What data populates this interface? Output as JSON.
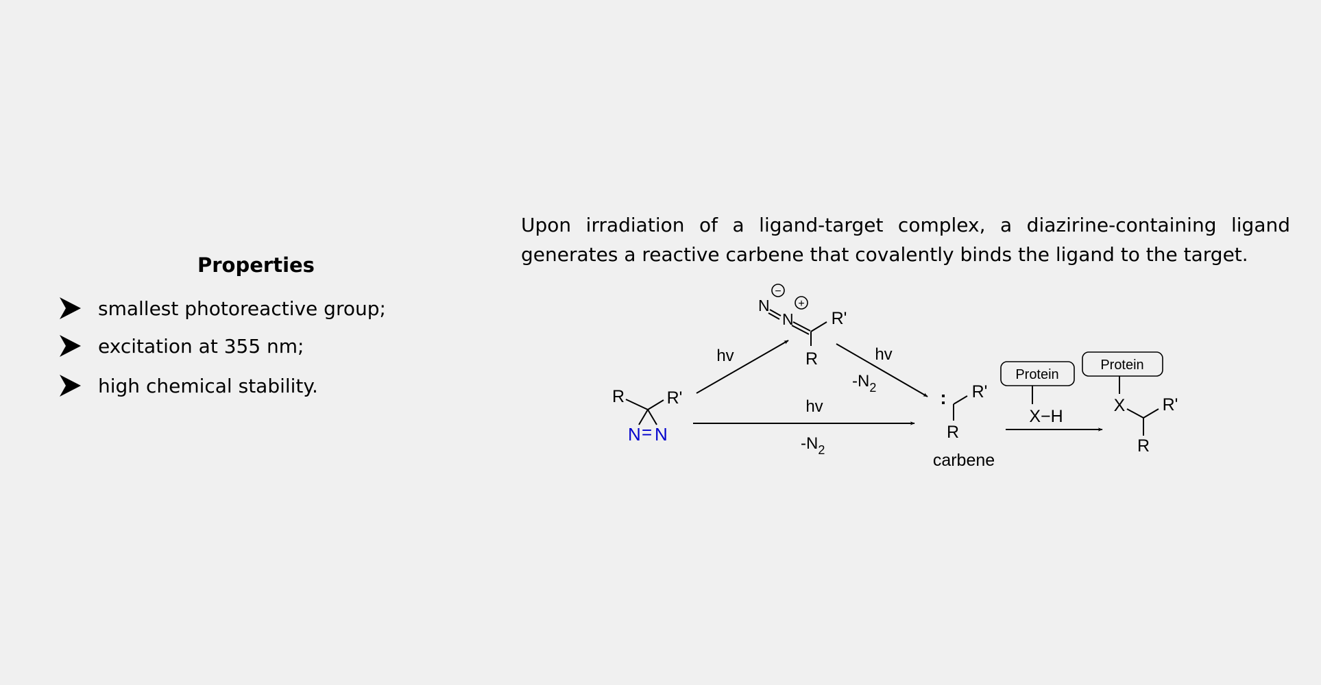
{
  "properties": {
    "title": "Properties",
    "items": [
      "smallest photoreactive group;",
      "excitation at 355 nm;",
      "high chemical stability."
    ]
  },
  "description": "Upon irradiation of a ligand-target complex, a diazirine-containing ligand generates a reactive carbene that covalently binds the ligand to the target.",
  "scheme": {
    "diazirine": {
      "r": "R",
      "r_prime": "R'",
      "n_left": "N",
      "double_bond": "=",
      "n_right": "N",
      "color": "#0000cc"
    },
    "diazo": {
      "n_terminal": "N",
      "n_central": "N",
      "r": "R",
      "r_prime": "R'",
      "minus": "−",
      "plus": "+"
    },
    "arrow_up": {
      "label": "hv"
    },
    "arrow_down": {
      "label_top": "hv",
      "label_bottom_main": "-N",
      "label_bottom_sub": "2"
    },
    "arrow_direct": {
      "label_top": "hv",
      "label_bottom_main": "-N",
      "label_bottom_sub": "2"
    },
    "carbene": {
      "dots": ":",
      "r": "R",
      "r_prime": "R'",
      "caption": "carbene"
    },
    "insertion": {
      "reagent_box": "Protein",
      "reagent": "X−H"
    },
    "product": {
      "box": "Protein",
      "x": "X",
      "r": "R",
      "r_prime": "R'"
    }
  }
}
